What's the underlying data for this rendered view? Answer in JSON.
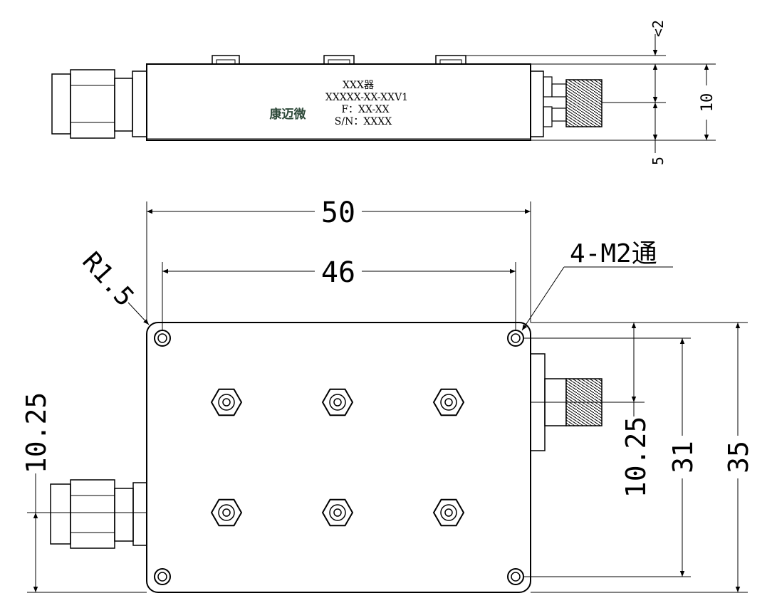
{
  "label_block": {
    "line1": "XXX器",
    "line2": "XXXXX-XX-XXV1",
    "line3": "F：XX-XX",
    "line4": "S/N：XXXX",
    "brand": "康迈微",
    "brand_color": "#2e4a3a"
  },
  "dims": {
    "side_top_gap": "<2",
    "side_half": "5",
    "side_lower": "5",
    "side_height": "10",
    "width_overall": "50",
    "width_holes": "46",
    "corner_radius": "R1.5",
    "holes_note": "4-M2通",
    "left_conn_offset": "10.25",
    "right_conn_offset": "10.25",
    "height_holes": "31",
    "height_overall": "35"
  },
  "colors": {
    "line": "#000000",
    "background": "#ffffff"
  }
}
